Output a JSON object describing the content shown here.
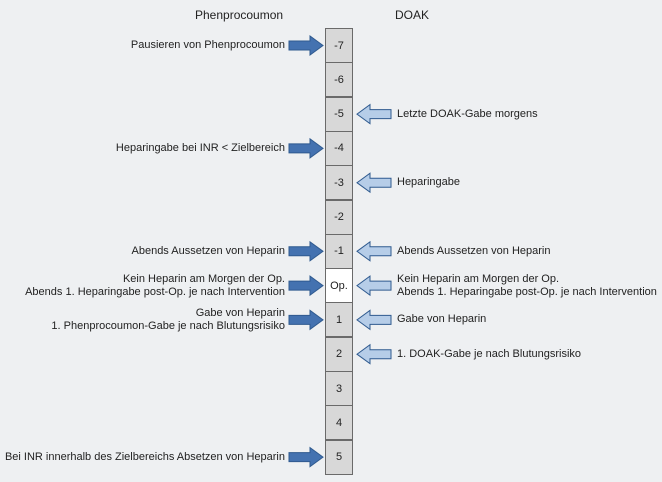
{
  "headers": {
    "left": "Phenprocoumon",
    "right": "DOAK"
  },
  "colors": {
    "arrow_dark": "#4472b0",
    "arrow_light": "#b6cde8",
    "arrow_stroke": "#2f5a8f",
    "cell_fill": "#d8d8d8",
    "op_fill": "#ffffff"
  },
  "days": [
    {
      "label": "-7",
      "left": [
        "Pausieren von Phenprocoumon"
      ],
      "right": []
    },
    {
      "label": "-6",
      "left": [],
      "right": []
    },
    {
      "label": "-5",
      "left": [],
      "right": [
        "Letzte DOAK-Gabe morgens"
      ]
    },
    {
      "label": "-4",
      "left": [
        "Heparingabe bei INR < Zielbereich"
      ],
      "right": []
    },
    {
      "label": "-3",
      "left": [],
      "right": [
        "Heparingabe"
      ]
    },
    {
      "label": "-2",
      "left": [],
      "right": []
    },
    {
      "label": "-1",
      "left": [
        "Abends Aussetzen von Heparin"
      ],
      "right": [
        "Abends Aussetzen von Heparin"
      ]
    },
    {
      "label": "Op.",
      "left": [
        "Kein Heparin am Morgen der Op.",
        "Abends 1. Heparingabe post-Op. je nach Intervention"
      ],
      "right": [
        "Kein Heparin am Morgen der Op.",
        "Abends 1. Heparingabe post-Op. je nach Intervention"
      ]
    },
    {
      "label": "1",
      "left": [
        "Gabe von Heparin",
        "1. Phenprocoumon-Gabe je nach Blutungsrisiko"
      ],
      "right": [
        "Gabe von Heparin"
      ]
    },
    {
      "label": "2",
      "left": [],
      "right": [
        "1. DOAK-Gabe je nach Blutungsrisiko"
      ]
    },
    {
      "label": "3",
      "left": [],
      "right": []
    },
    {
      "label": "4",
      "left": [],
      "right": []
    },
    {
      "label": "5",
      "left": [
        "Bei INR innerhalb des Zielbereichs Absetzen von Heparin"
      ],
      "right": []
    }
  ]
}
